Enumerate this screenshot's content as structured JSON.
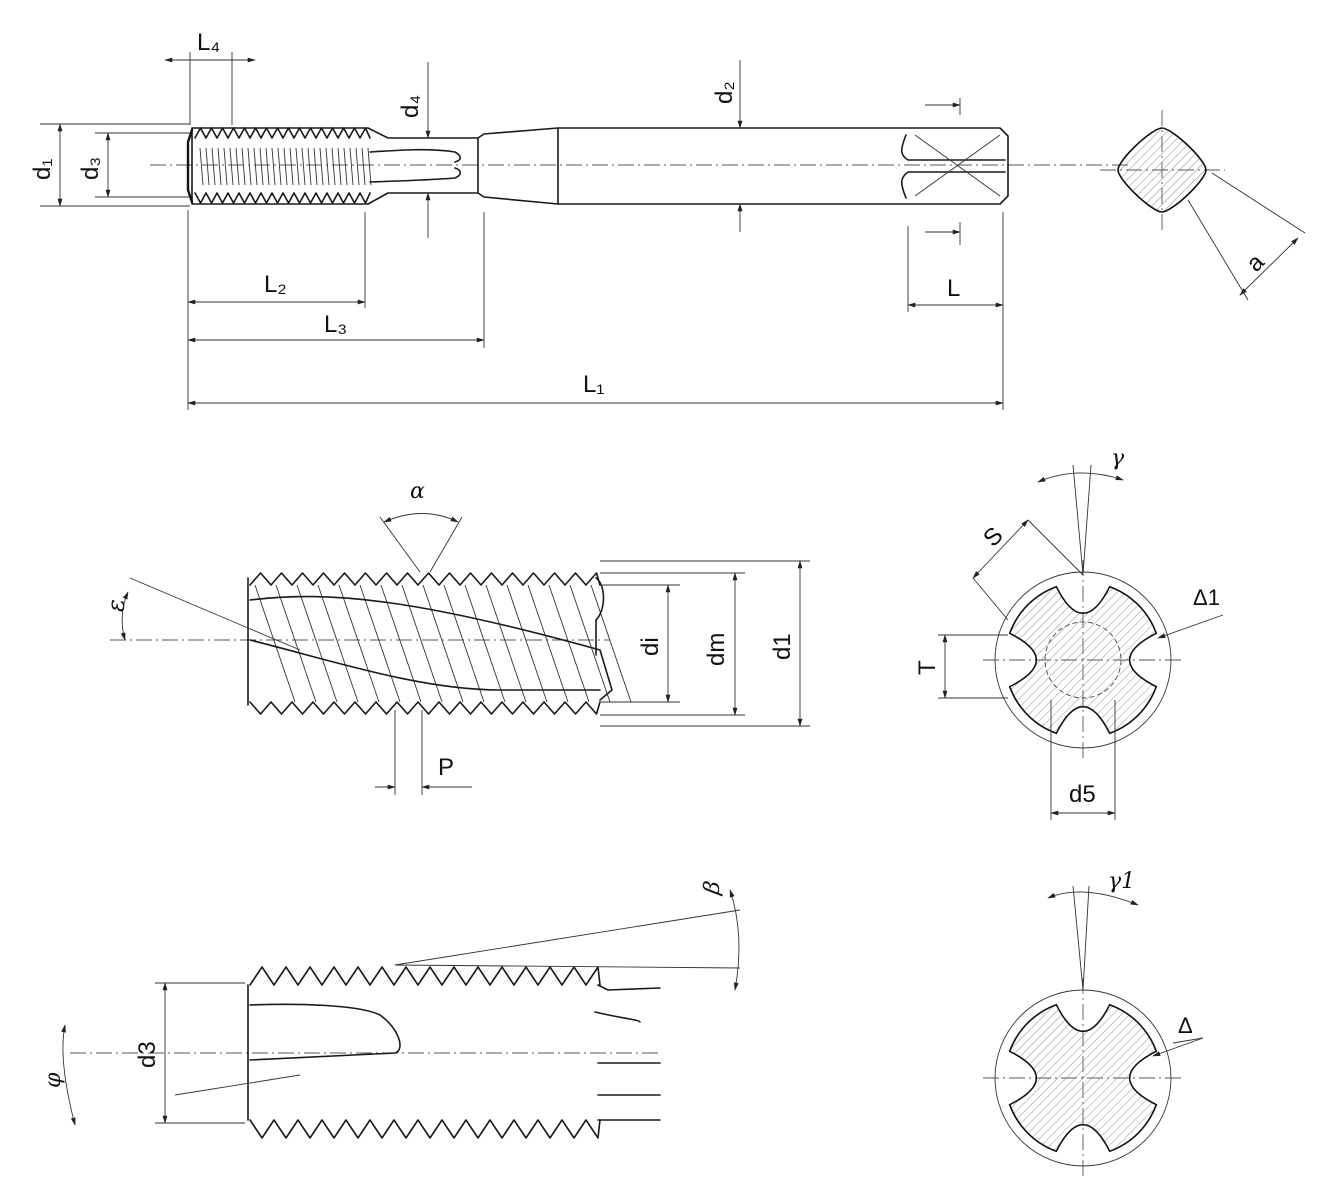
{
  "labels": {
    "L4": "L₄",
    "d4": "d₄",
    "d2": "d₂",
    "d1": "d₁",
    "d3": "d₃",
    "L2": "L₂",
    "L3": "L₃",
    "L1": "L₁",
    "L": "L",
    "a": "a",
    "alpha": "α",
    "epsilon": "ε",
    "di": "di",
    "dm": "dm",
    "d1_detail": "d1",
    "P": "P",
    "gamma": "γ",
    "S": "S",
    "delta1": "Δ1",
    "T": "T",
    "d5": "d5",
    "beta": "β",
    "phi": "φ",
    "d3_detail": "d3",
    "gamma1": "γ1",
    "delta": "Δ"
  }
}
